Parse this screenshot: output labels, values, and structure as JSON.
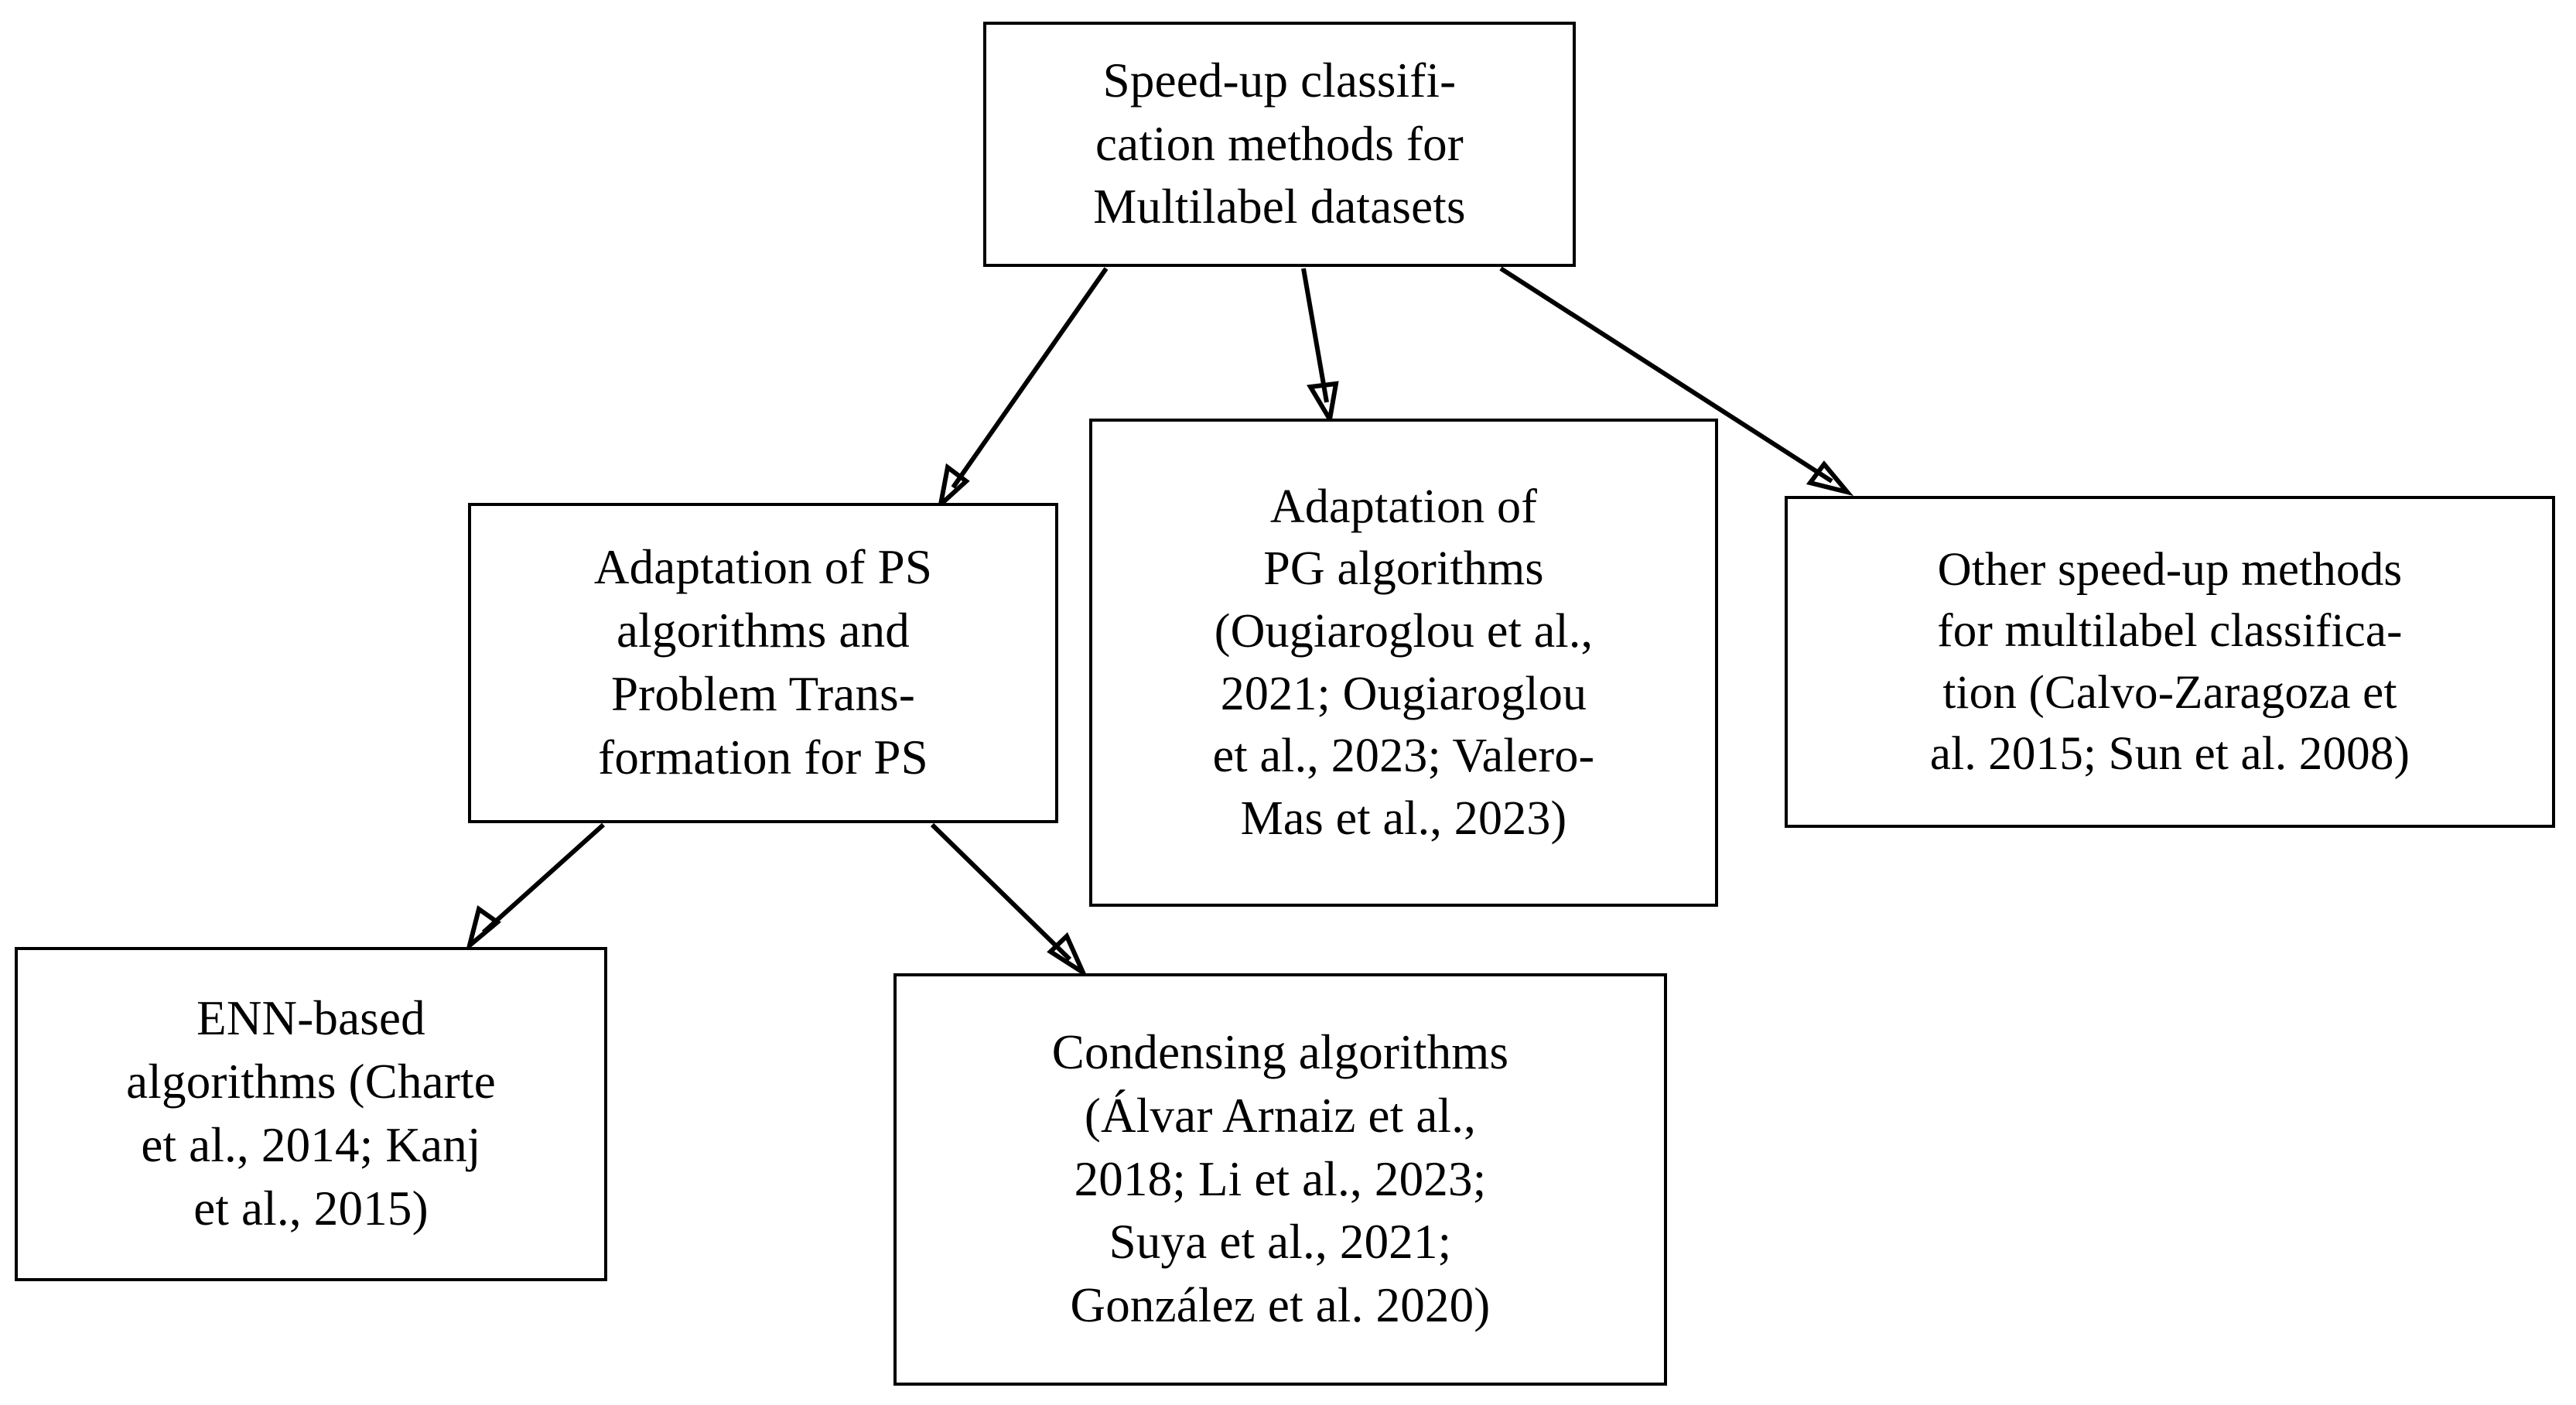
{
  "diagram": {
    "title": "Speed-up classification methods for Multilabel datasets taxonomy",
    "type": "tree-flowchart",
    "background_color": "#ffffff",
    "line_color": "#000000",
    "text_color": "#000000",
    "nodes": [
      {
        "id": "root",
        "label": "Speed-up classifi-\ncation methods for\nMultilabel datasets",
        "lines": [
          "Speed-up classifi-",
          "cation methods for",
          "Multilabel datasets"
        ]
      },
      {
        "id": "ps",
        "label": "Adaptation of PS\nalgorithms and\nProblem Trans-\nformation for PS",
        "lines": [
          "Adaptation of PS",
          "algorithms and",
          "Problem Trans-",
          "formation for PS"
        ]
      },
      {
        "id": "pg",
        "label": "Adaptation of\nPG algorithms\n(Ougiaroglou et al.,\n2021; Ougiaroglou\net al., 2023; Valero-\nMas et al., 2023)",
        "lines": [
          "Adaptation of",
          "PG algorithms",
          "(Ougiaroglou et al.,",
          "2021; Ougiaroglou",
          "et al., 2023; Valero-",
          "Mas et al., 2023)"
        ]
      },
      {
        "id": "other",
        "label": "Other speed-up methods\nfor multilabel classifica-\ntion (Calvo-Zaragoza et\nal. 2015; Sun et al. 2008)",
        "lines": [
          "Other speed-up methods",
          "for multilabel classifica-",
          "tion (Calvo-Zaragoza et",
          "al.  2015; Sun et al.  2008)"
        ]
      },
      {
        "id": "enn",
        "label": "ENN-based\nalgorithms (Charte\net al., 2014; Kanj\net al., 2015)",
        "lines": [
          "ENN-based",
          "algorithms (Charte",
          "et al., 2014; Kanj",
          "et al., 2015)"
        ]
      },
      {
        "id": "condensing",
        "label": "Condensing algorithms\n(Álvar Arnaiz et al.,\n2018; Li et al., 2023;\nSuya et al., 2021;\nGonzález et al.  2020)",
        "lines": [
          "Condensing algorithms",
          "(Álvar Arnaiz et al.,",
          "2018; Li et al., 2023;",
          "Suya et al., 2021;",
          "González et al.  2020)"
        ]
      }
    ],
    "edges": [
      {
        "id": "root-to-ps",
        "from": "root",
        "to": "ps",
        "style": "solid-arrow"
      },
      {
        "id": "root-to-pg",
        "from": "root",
        "to": "pg",
        "style": "solid-arrow"
      },
      {
        "id": "root-to-other",
        "from": "root",
        "to": "other",
        "style": "solid-arrow"
      },
      {
        "id": "ps-to-enn",
        "from": "ps",
        "to": "enn",
        "style": "solid-arrow"
      },
      {
        "id": "ps-to-condensing",
        "from": "ps",
        "to": "condensing",
        "style": "solid-arrow"
      }
    ]
  }
}
